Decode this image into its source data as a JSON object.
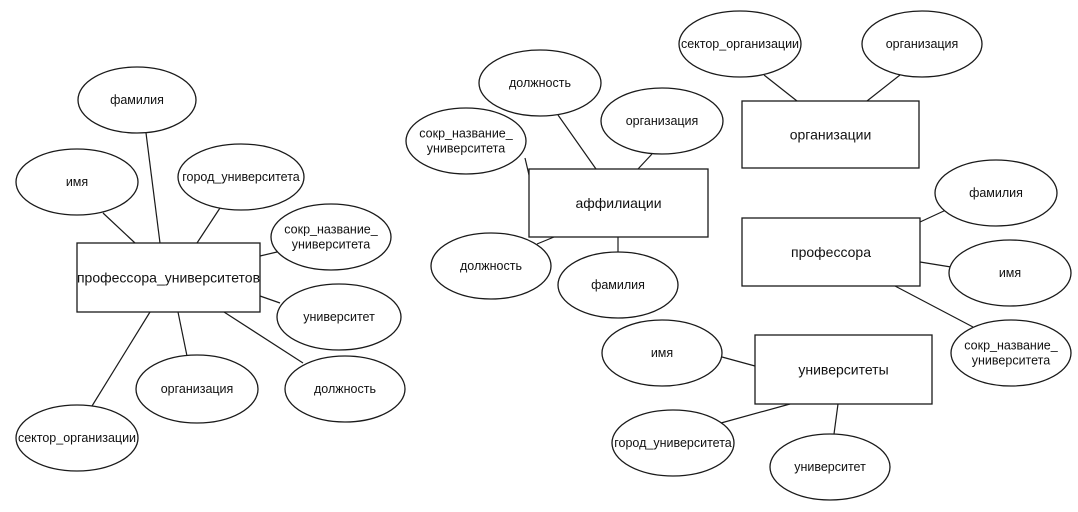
{
  "entities": [
    {
      "id": "professors_universities",
      "label": "профессора_университетов"
    },
    {
      "id": "affiliations",
      "label": "аффилиации"
    },
    {
      "id": "organizations",
      "label": "организации"
    },
    {
      "id": "professors",
      "label": "профессора"
    },
    {
      "id": "universities",
      "label": "университеты"
    }
  ],
  "attributes": [
    {
      "id": "pu_imya",
      "entity": "professors_universities",
      "lines": [
        "имя"
      ]
    },
    {
      "id": "pu_familiya",
      "entity": "professors_universities",
      "lines": [
        "фамилия"
      ]
    },
    {
      "id": "pu_gorod",
      "entity": "professors_universities",
      "lines": [
        "город_университета"
      ]
    },
    {
      "id": "pu_sokr",
      "entity": "professors_universities",
      "lines": [
        "сокр_название_",
        "университета"
      ]
    },
    {
      "id": "pu_universitet",
      "entity": "professors_universities",
      "lines": [
        "университет"
      ]
    },
    {
      "id": "pu_dolzhnost",
      "entity": "professors_universities",
      "lines": [
        "должность"
      ]
    },
    {
      "id": "pu_organizatsiya",
      "entity": "professors_universities",
      "lines": [
        "организация"
      ]
    },
    {
      "id": "pu_sektor",
      "entity": "professors_universities",
      "lines": [
        "сектор_организации"
      ]
    },
    {
      "id": "af_sokr",
      "entity": "affiliations",
      "lines": [
        "сокр_название_",
        "университета"
      ]
    },
    {
      "id": "af_dolzhnost_top",
      "entity": "affiliations",
      "lines": [
        "должность"
      ]
    },
    {
      "id": "af_organizatsiya",
      "entity": "affiliations",
      "lines": [
        "организация"
      ]
    },
    {
      "id": "af_dolzhnost_bottom",
      "entity": "affiliations",
      "lines": [
        "должность"
      ]
    },
    {
      "id": "af_familiya",
      "entity": "affiliations",
      "lines": [
        "фамилия"
      ]
    },
    {
      "id": "org_sektor",
      "entity": "organizations",
      "lines": [
        "сектор_организации"
      ]
    },
    {
      "id": "org_organizatsiya",
      "entity": "organizations",
      "lines": [
        "организация"
      ]
    },
    {
      "id": "pr_familiya",
      "entity": "professors",
      "lines": [
        "фамилия"
      ]
    },
    {
      "id": "pr_imya",
      "entity": "professors",
      "lines": [
        "имя"
      ]
    },
    {
      "id": "pr_sokr",
      "entity": "professors",
      "lines": [
        "сокр_название_",
        "университета"
      ]
    },
    {
      "id": "un_imya",
      "entity": "universities",
      "lines": [
        "имя"
      ]
    },
    {
      "id": "un_gorod",
      "entity": "universities",
      "lines": [
        "город_университета"
      ]
    },
    {
      "id": "un_universitet",
      "entity": "universities",
      "lines": [
        "университет"
      ]
    }
  ]
}
